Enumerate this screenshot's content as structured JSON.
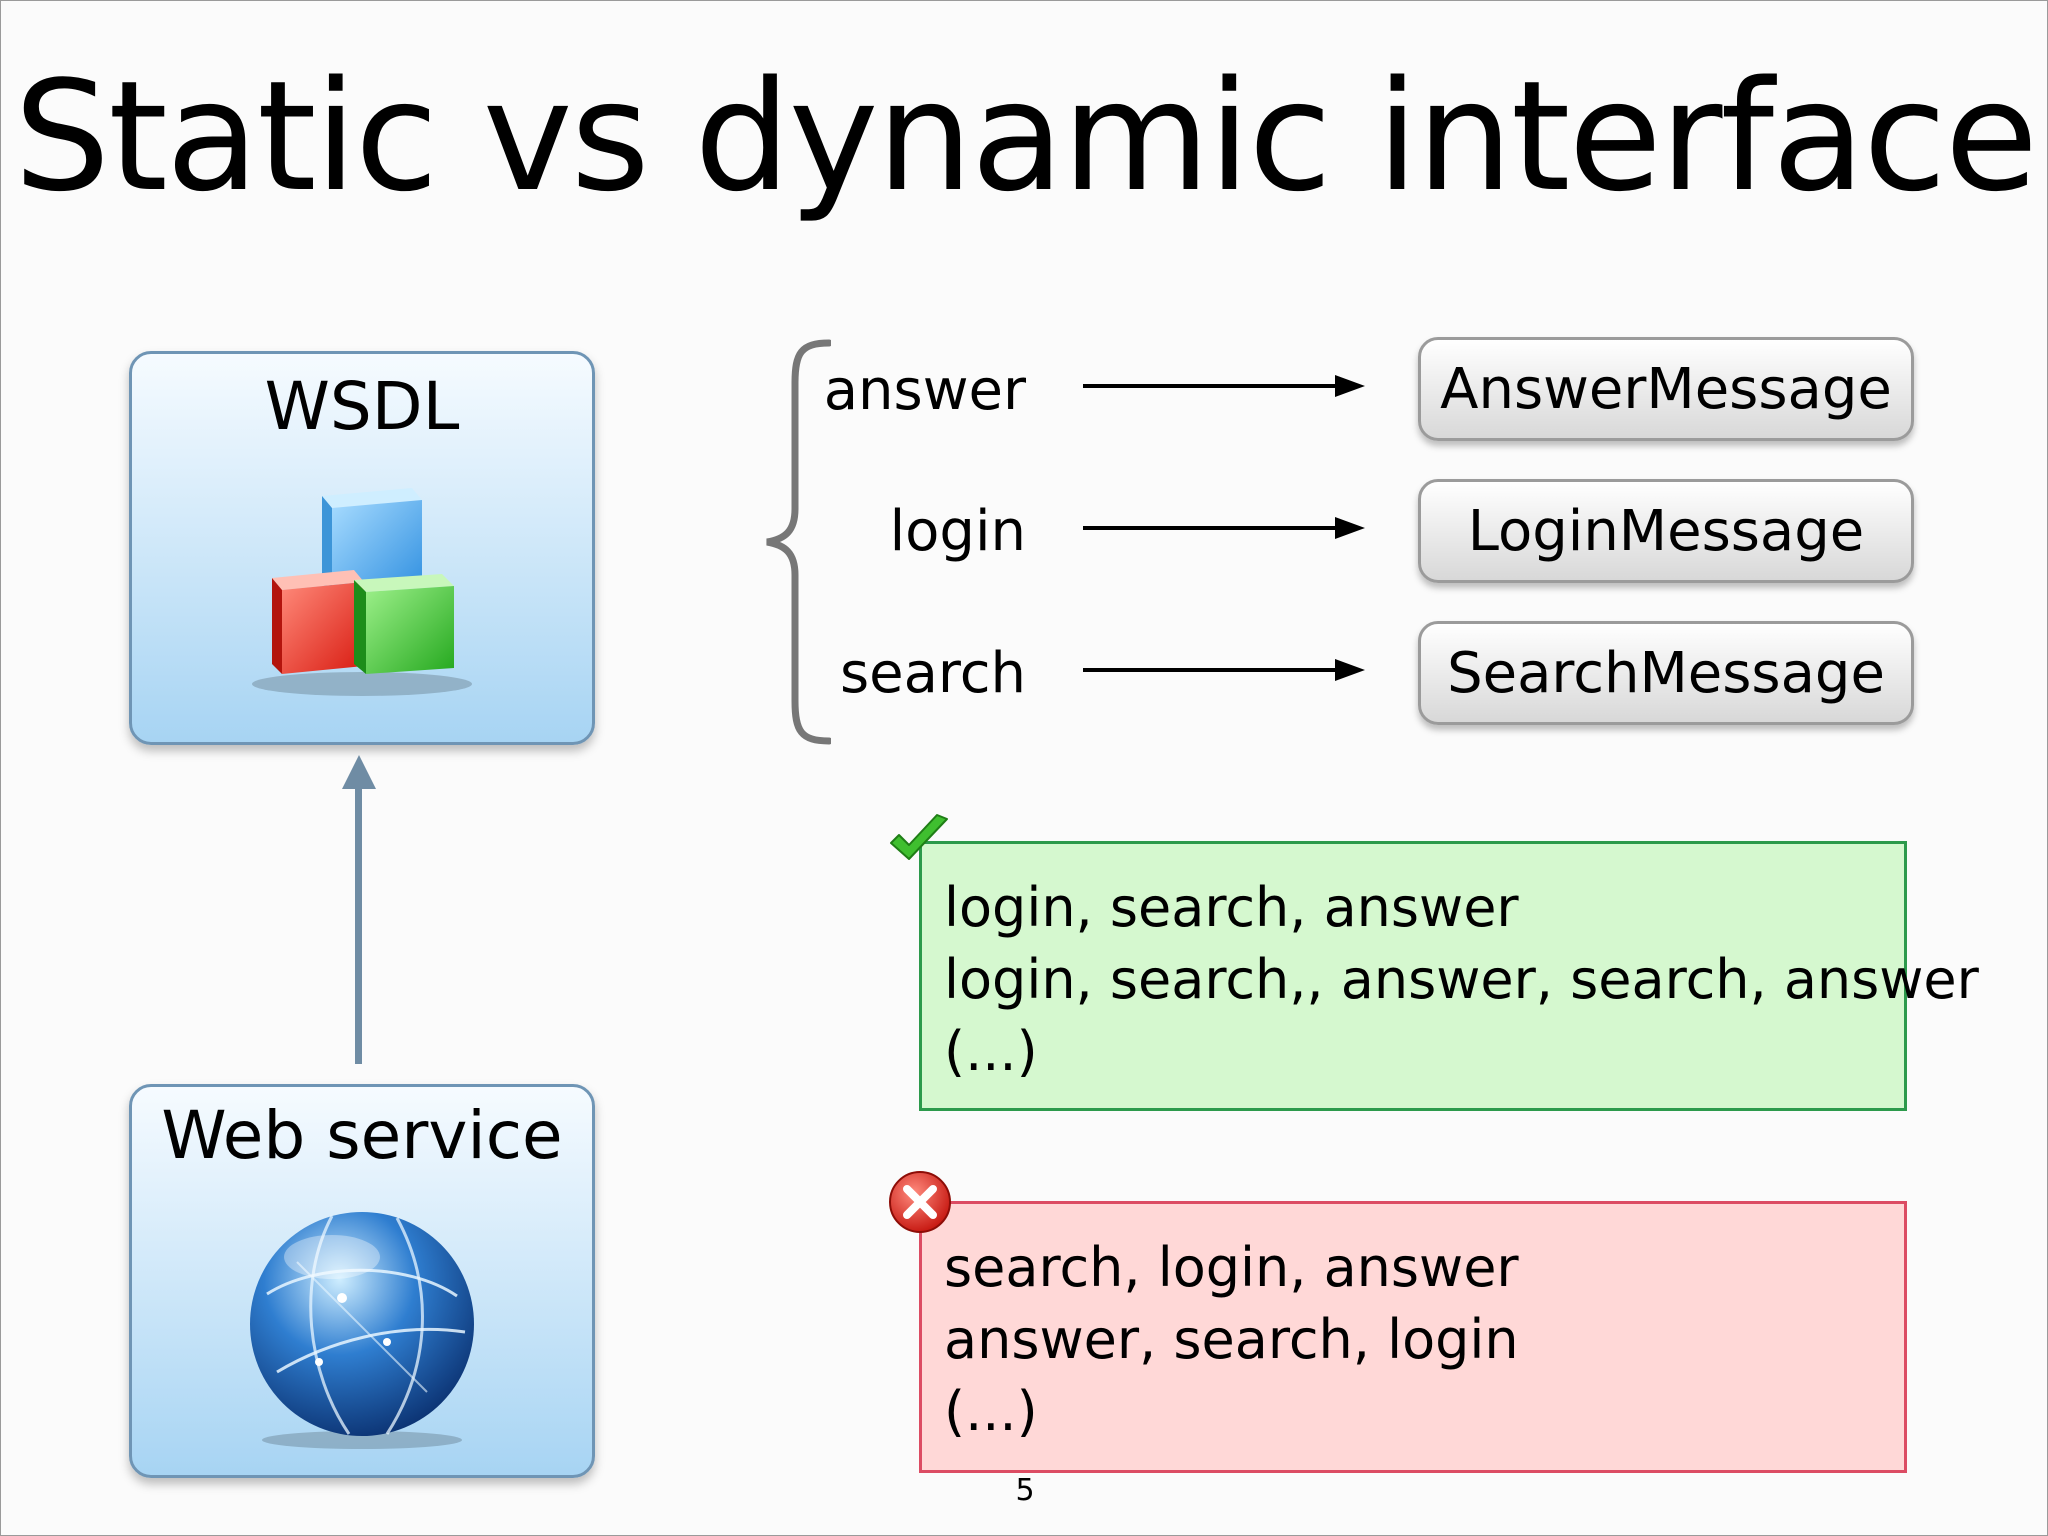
{
  "slide": {
    "title": "Static vs dynamic interface",
    "page_number": "5"
  },
  "wsdl_panel": {
    "label": "WSDL",
    "icon": "cubes-icon"
  },
  "service_panel": {
    "label": "Web service",
    "icon": "globe-icon"
  },
  "operations": [
    {
      "name": "answer",
      "message": "AnswerMessage"
    },
    {
      "name": "login",
      "message": "LoginMessage"
    },
    {
      "name": "search",
      "message": "SearchMessage"
    }
  ],
  "valid_sequences": {
    "icon": "check-icon",
    "lines": [
      "login, search, answer",
      "login, search,, answer, search, answer",
      "(...)"
    ]
  },
  "invalid_sequences": {
    "icon": "error-icon",
    "lines": [
      "search, login, answer",
      "answer, search, login",
      "(...)"
    ]
  },
  "colors": {
    "valid_fill": "#d5f8cf",
    "valid_border": "#2c9a4b",
    "invalid_fill": "#ffd8d7",
    "invalid_border": "#dc4c63",
    "panel_border": "#6f95b5",
    "arrow_blue": "#6f8ca4"
  }
}
